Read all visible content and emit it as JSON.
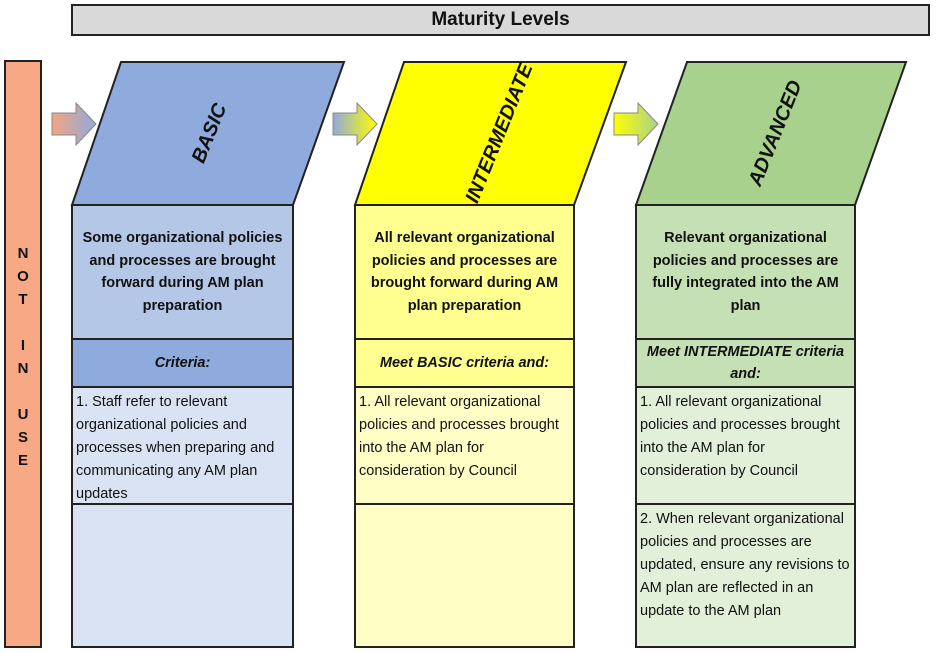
{
  "title": "Maturity Levels",
  "side_label": [
    "N",
    "O",
    "T",
    "",
    "I",
    "N",
    "",
    "U",
    "S",
    "E"
  ],
  "colors": {
    "side": "#f7a985",
    "basic": "#8faadc",
    "intermediate": "#ffff00",
    "advanced": "#a9d18e"
  },
  "levels": [
    {
      "name": "BASIC",
      "description": "Some organizational policies and processes are brought forward during AM plan preparation",
      "criteria_header": "Criteria:",
      "items": [
        "1. Staff refer to relevant organizational policies and processes when preparing and communicating any AM plan updates",
        ""
      ]
    },
    {
      "name": "INTERMEDIATE",
      "description": "All relevant organizational policies and processes are brought forward during AM plan preparation",
      "criteria_header": "Meet BASIC criteria and:",
      "items": [
        "1. All relevant organizational policies and processes brought into the AM plan for consideration by Council",
        ""
      ]
    },
    {
      "name": "ADVANCED",
      "description": "Relevant organizational policies and processes are fully integrated into the AM plan",
      "criteria_header": "Meet INTERMEDIATE criteria and:",
      "items": [
        "1. All relevant organizational policies and processes brought into the AM plan for consideration by Council",
        "2. When relevant organizational policies and processes are updated, ensure any revisions to AM plan are reflected in an update to the AM plan"
      ]
    }
  ]
}
